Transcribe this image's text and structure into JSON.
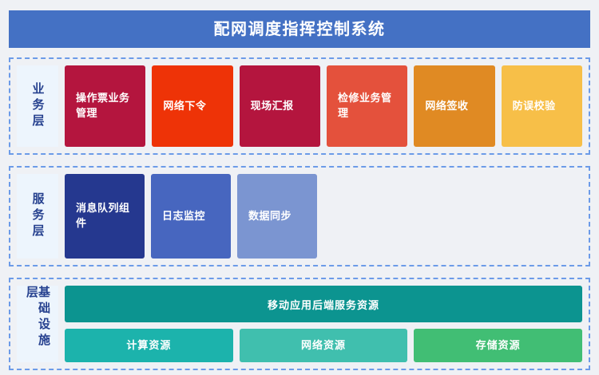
{
  "header": {
    "title": "配网调度指挥控制系统",
    "background": "#4471C4",
    "text_color": "#FFFFFF"
  },
  "theme": {
    "page_background": "#EFF1F5",
    "panel_border": "#6C9BE8",
    "layer_label_background": "#EDF5FD",
    "layer_label_text": "#26418F"
  },
  "layers": [
    {
      "id": "business",
      "label": "业务层",
      "cards": [
        {
          "label": "操作票业务管理",
          "color": "#B4153E"
        },
        {
          "label": "网络下令",
          "color": "#EE3307"
        },
        {
          "label": "现场汇报",
          "color": "#B4153E"
        },
        {
          "label": "检修业务管理",
          "color": "#E4513C"
        },
        {
          "label": "网络签收",
          "color": "#E08A23"
        },
        {
          "label": "防误校验",
          "color": "#F7BF48"
        }
      ]
    },
    {
      "id": "service",
      "label": "服务层",
      "cards": [
        {
          "label": "消息队列组件",
          "color": "#25388F"
        },
        {
          "label": "日志监控",
          "color": "#4766BF"
        },
        {
          "label": "数据同步",
          "color": "#7B95D1"
        }
      ]
    },
    {
      "id": "infrastructure",
      "label": "基础设施层",
      "banner": {
        "label": "移动应用后端服务资源",
        "color": "#0C9490"
      },
      "cards": [
        {
          "label": "计算资源",
          "color": "#1CB3AC"
        },
        {
          "label": "网络资源",
          "color": "#40BFAE"
        },
        {
          "label": "存储资源",
          "color": "#41BE74"
        }
      ]
    }
  ]
}
